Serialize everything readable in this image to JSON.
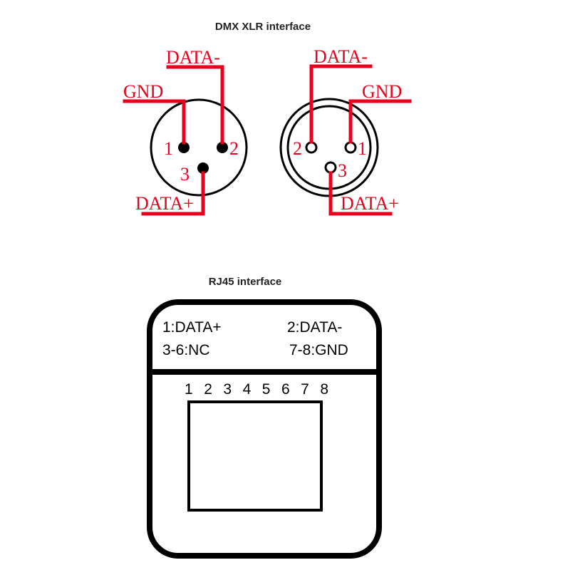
{
  "colors": {
    "accent": "#e8001c",
    "outline": "#000000",
    "title": "#222222"
  },
  "xlr": {
    "title": "DMX XLR interface",
    "male": {
      "top_label": "DATA-",
      "left_label": "GND",
      "bottom_label": "DATA+",
      "pin1": "1",
      "pin2": "2",
      "pin3": "3"
    },
    "female": {
      "top_label": "DATA-",
      "right_label": "GND",
      "bottom_label": "DATA+",
      "pin1": "1",
      "pin2": "2",
      "pin3": "3"
    }
  },
  "rj45": {
    "title": "RJ45 interface",
    "pin1_label": "1:DATA+",
    "pin2_label": "2:DATA-",
    "pins36_label": "3-6:NC",
    "pins78_label": "7-8:GND",
    "pin_numbers": "1 2 3 4 5 6 7 8"
  }
}
